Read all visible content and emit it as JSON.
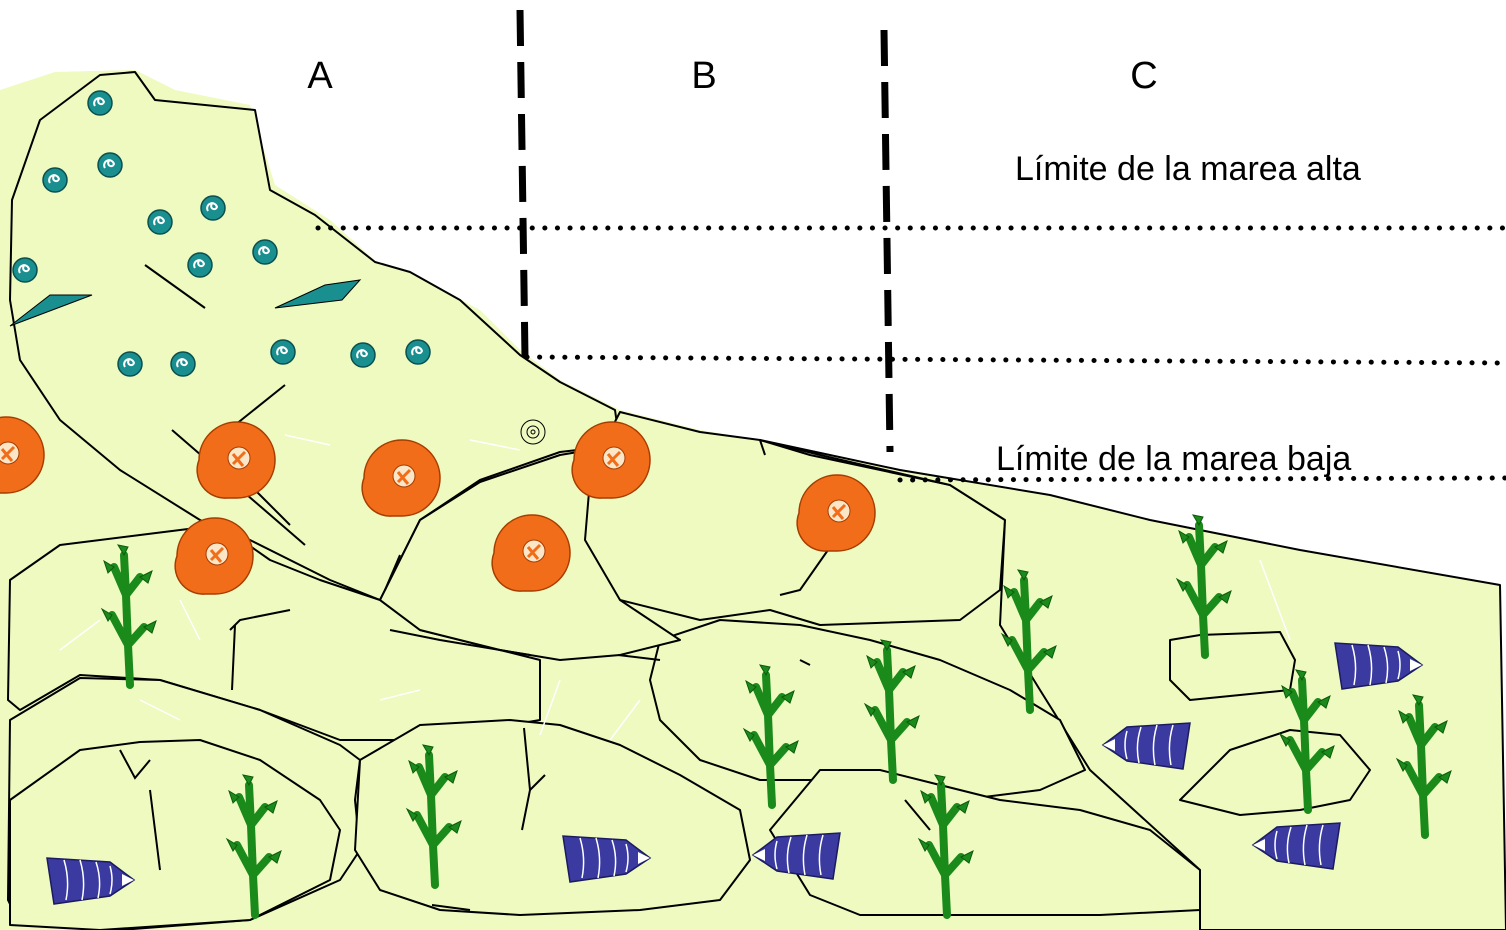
{
  "zones": [
    {
      "label": "A"
    },
    {
      "label": "B"
    },
    {
      "label": "C"
    }
  ],
  "tide_limits": {
    "high": "Límite de la marea alta",
    "low": "Límite de la marea baja"
  },
  "colors": {
    "rock": "#eefac0",
    "small_snail": "#1a8f8f",
    "large_snail": "#f26d1a",
    "cone_shell": "#3a3aa0",
    "seaweed": "#1a8a1a"
  }
}
